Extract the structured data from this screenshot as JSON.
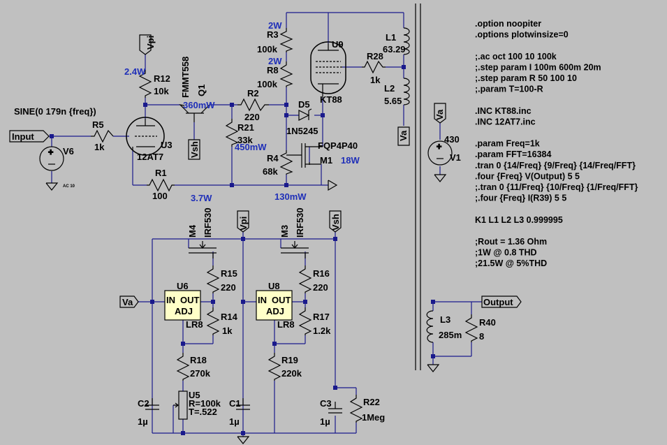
{
  "components": {
    "v6": {
      "name": "V6",
      "value": "SINE(0 179n {freq})",
      "ac": "AC 10"
    },
    "r5": {
      "name": "R5",
      "value": "1k"
    },
    "r12": {
      "name": "R12",
      "value": "10k",
      "power": "2.4W"
    },
    "u3": {
      "name": "U3",
      "model": "12AT7"
    },
    "r1": {
      "name": "R1",
      "value": "100"
    },
    "q1": {
      "name": "Q1",
      "model": "FMMT558",
      "power": "360mW"
    },
    "r2": {
      "name": "R2",
      "value": "220"
    },
    "r21": {
      "name": "R21",
      "value": "33k",
      "power": "450mW"
    },
    "r3": {
      "name": "R3",
      "value": "100k",
      "power": "2W"
    },
    "r8": {
      "name": "R8",
      "value": "100k",
      "power": "2W"
    },
    "u9": {
      "name": "U9",
      "model": "KT88"
    },
    "r28": {
      "name": "R28",
      "value": "1k"
    },
    "d5": {
      "name": "D5",
      "model": "1N5245"
    },
    "r4": {
      "name": "R4",
      "value": "68k"
    },
    "m1": {
      "name": "M1",
      "model": "FQP4P40",
      "power": "18W"
    },
    "l1": {
      "name": "L1",
      "value": "63.29"
    },
    "l2": {
      "name": "L2",
      "value": "5.65"
    },
    "v1": {
      "name": "V1",
      "value": "430"
    },
    "m4": {
      "name": "M4",
      "model": "IRF530"
    },
    "m3": {
      "name": "M3",
      "model": "IRF530"
    },
    "u6": {
      "name": "U6",
      "model": "LR8"
    },
    "u8": {
      "name": "U8",
      "model": "LR8"
    },
    "r15": {
      "name": "R15",
      "value": "220"
    },
    "r14": {
      "name": "R14",
      "value": "1k"
    },
    "r18": {
      "name": "R18",
      "value": "270k"
    },
    "u5": {
      "name": "U5",
      "r": "R=100k",
      "t": "T=.522"
    },
    "c2": {
      "name": "C2",
      "value": "1µ"
    },
    "c1": {
      "name": "C1",
      "value": "1µ"
    },
    "r16": {
      "name": "R16",
      "value": "220"
    },
    "r17": {
      "name": "R17",
      "value": "1.2k"
    },
    "r19": {
      "name": "R19",
      "value": "220k"
    },
    "c3": {
      "name": "C3",
      "value": "1µ"
    },
    "r22": {
      "name": "R22",
      "value": "1Meg"
    },
    "l3": {
      "name": "L3",
      "value": "285m"
    },
    "r40": {
      "name": "R40",
      "value": "8"
    }
  },
  "regulator_pins": {
    "in": "IN",
    "out": "OUT",
    "adj": "ADJ"
  },
  "nets": {
    "input": "Input",
    "output": "Output",
    "vpi": "Vpi",
    "vsh": "Vsh",
    "va": "Va"
  },
  "power_notes": {
    "p_r1": "3.7W",
    "p_m1_small": "130mW"
  },
  "directives": [
    ".option noopiter",
    ".options plotwinsize=0",
    "",
    ";.ac oct 100 10 100k",
    ";.step param I 100m 600m 20m",
    ";.step param R 50 100 10",
    ";.param T=100-R",
    "",
    ".INC KT88.inc",
    ".INC 12AT7.inc",
    "",
    ".param Freq=1k",
    ".param FFT=16384",
    ".tran 0 {14/Freq} {9/Freq} {14/Freq/FFT}",
    ".four {Freq} V(Output) 5 5",
    ";.tran 0 {11/Freq} {10/Freq} {1/Freq/FFT}",
    ";.four {Freq} I(R39) 5 5",
    "",
    "K1 L1 L2 L3 0.999995",
    "",
    ";Rout = 1.36 Ohm",
    ";1W @ 0.8 THD",
    ";21.5W @ 5%THD"
  ]
}
